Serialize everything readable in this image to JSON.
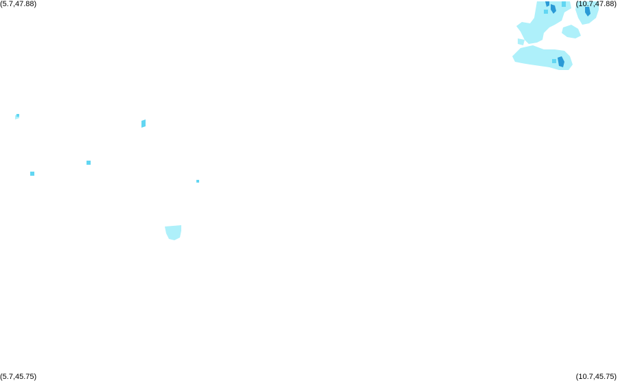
{
  "map": {
    "bounds": {
      "lon_min": 5.7,
      "lon_max": 10.7,
      "lat_min": 45.75,
      "lat_max": 47.88
    },
    "corner_labels": {
      "top_left": "(5.7,47.88)",
      "top_right": "(10.7,47.88)",
      "bottom_left": "(5.7,45.75)",
      "bottom_right": "(10.7,45.75)"
    },
    "colors": {
      "background": "#ffffff",
      "precip_light": "#aef0fa",
      "precip_medium": "#62d6f2",
      "precip_heavy": "#2a9ad6"
    }
  }
}
